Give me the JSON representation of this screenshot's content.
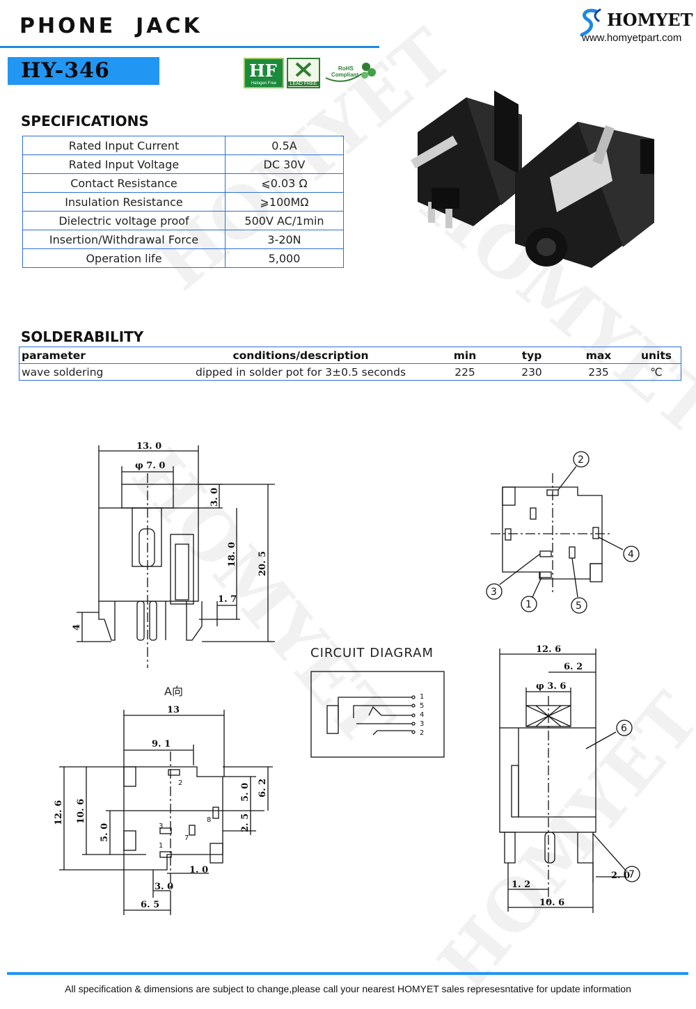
{
  "header": {
    "title": "PHONE  JACK",
    "model": "HY-346",
    "brand": "HOMYET",
    "url": "www.homyetpart.com",
    "accent_color": "#2196f3"
  },
  "badges": {
    "halogen_free": "Halogen Free",
    "lead_free": "LEAD FREE",
    "rohs_line1": "RoHS",
    "rohs_line2": "Compliant"
  },
  "specifications": {
    "heading": "SPECIFICATIONS",
    "rows": [
      {
        "label": "Rated Input Current",
        "value": "0.5A"
      },
      {
        "label": "Rated Input Voltage",
        "value": "DC  30V"
      },
      {
        "label": "Contact Resistance",
        "value": "⩽0.03 Ω"
      },
      {
        "label": "Insulation Resistance",
        "value": "⩾100MΩ"
      },
      {
        "label": "Dielectric voltage proof",
        "value": "500V AC/1min"
      },
      {
        "label": "Insertion/Withdrawal Force",
        "value": "3-20N"
      },
      {
        "label": "Operation life",
        "value": "5,000"
      }
    ]
  },
  "solderability": {
    "heading": "SOLDERABILITY",
    "headers": {
      "parameter": "parameter",
      "conditions": "conditions/description",
      "min": "min",
      "typ": "typ",
      "max": "max",
      "units": "units"
    },
    "row": {
      "parameter": "wave soldering",
      "conditions": "dipped in solder pot for 3±0.5 seconds",
      "min": "225",
      "typ": "230",
      "max": "235",
      "units": "℃"
    }
  },
  "drawings": {
    "front": {
      "d13": "13. 0",
      "d7": "φ 7. 0",
      "d3": "3. 0",
      "d18": "18. 0",
      "d205": "20. 5",
      "d17": "1. 7",
      "d4": "4"
    },
    "bottom": {
      "view": "A向",
      "d13": "13",
      "d91": "9. 1",
      "d126": "12. 6",
      "d106": "10. 6",
      "d50a": "5. 0",
      "d50b": "5. 0",
      "d62": "6. 2",
      "d25": "2. 5",
      "d10": "1. 0",
      "d30": "3. 0",
      "d65": "6. 5",
      "p1": "1",
      "p2": "2",
      "p3": "3",
      "p7": "7",
      "p8": "8"
    },
    "pins": {
      "n1": "1",
      "n2": "2",
      "n3": "3",
      "n4": "4",
      "n5": "5"
    },
    "circuit": {
      "title": "CIRCUIT DIAGRAM",
      "labels": [
        "1",
        "5",
        "4",
        "3",
        "2"
      ]
    },
    "side": {
      "d126": "12. 6",
      "d62": "6. 2",
      "d36": "φ 3. 6",
      "n6": "6",
      "n7": "7",
      "d20": "2. 0",
      "d12": "1. 2",
      "d106": "10. 6"
    }
  },
  "watermark": {
    "text": "HOMYET"
  },
  "footer": {
    "note": "All specification & dimensions are subject to change,please call your nearest HOMYET sales represesntative for update information"
  }
}
